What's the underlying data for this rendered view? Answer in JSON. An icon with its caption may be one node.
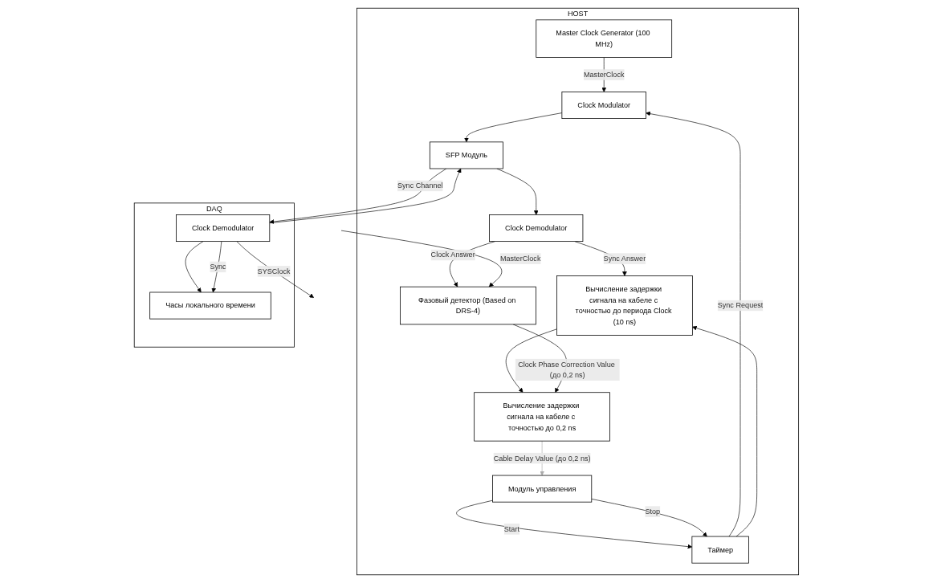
{
  "diagram": {
    "nodes": [
      {
        "text": [
          "HOST"
        ]
      },
      {
        "text": [
          "Master Clock Generator (100 MHz)"
        ],
        "in": 0
      },
      {
        "text": [
          "Clock Modulator"
        ],
        "in": 0
      },
      {
        "text": [
          "Модуль управления"
        ],
        "in": 0
      },
      {
        "text": [
          "Таймер"
        ],
        "in": 0
      },
      {
        "text": [
          "Вычисление задержки сигнала на кабеле с точностью до 0,2 ns"
        ],
        "in": 0
      },
      {
        "text": [
          "Вычисление задержки сигнала на кабеле с точностью до периода Clock (10 ns)"
        ],
        "in": 0
      },
      {
        "text": [
          "SFP Модуль"
        ],
        "in": 0
      },
      {
        "text": [
          "Фазовый детектор (Based on DRS-4)"
        ],
        "in": 0
      },
      {
        "text": [
          "Clock Demodulator"
        ],
        "in": 0
      },
      {
        "text": [
          "DAQ"
        ]
      },
      {
        "text": [
          "Clock Demodulator"
        ],
        "in": 10
      },
      {
        "text": [
          "Часы локального времени"
        ],
        "in": 10
      }
    ],
    "edges": [
      {
        "from": 1,
        "to": 2,
        "label": "MasterClock",
        "arrow": "to"
      },
      {
        "from": 3,
        "to": 4,
        "label": "Start",
        "arrow": "to"
      },
      {
        "from": 3,
        "to": 4,
        "label": "Stop",
        "arrow": "to"
      },
      {
        "from": 4,
        "to": 2,
        "label": "Sync Request",
        "arrow": "to"
      },
      {
        "from": 4,
        "to": 6,
        "arrow": "to"
      },
      {
        "from": 2,
        "to": 7,
        "arrow": "to"
      },
      {
        "from": 5,
        "to": 3,
        "label": "Cable Delay Value (до 0,2 ns)",
        "arrow": "to",
        "color": "#aaaaaa"
      },
      {
        "from": 6,
        "to": 5,
        "arrow": "to"
      },
      {
        "from": 7,
        "to": 11,
        "label": "Sync Channel",
        "arrow": "to"
      },
      {
        "from": 11,
        "to": 7,
        "arrow": "to"
      },
      {
        "from": 9,
        "to": 6,
        "label": "Sync Answer",
        "arrow": "to"
      },
      {
        "from": 9,
        "to": 8,
        "label": "Clock Answer",
        "arrow": "to"
      },
      {
        "from": 7,
        "to": 9,
        "arrow": "to"
      },
      {
        "from": 8,
        "to": 5,
        "label": "Clock Phase Correction Value (до 0,2 ns)",
        "arrow": "to"
      },
      {
        "from": null,
        "to": 8,
        "label": "MasterClock",
        "arrow": "to"
      },
      {
        "from": 11,
        "to": 12,
        "arrow": "to"
      },
      {
        "from": 11,
        "to": null,
        "label": "SYSClock",
        "arrow": "to"
      },
      {
        "from": 11,
        "to": 12,
        "label": "Sync",
        "arrow": "to"
      }
    ]
  }
}
